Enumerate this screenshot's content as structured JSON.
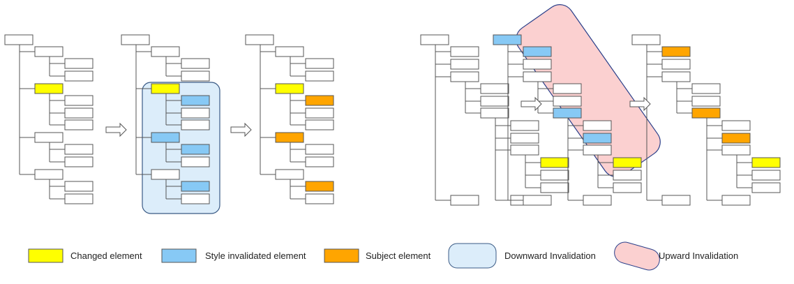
{
  "colors": {
    "node_fill": "#ffffff",
    "node_stroke": "#555555",
    "changed": "#ffff00",
    "style_invalidated": "#87c9f5",
    "subject": "#ffa500",
    "downward_region_fill": "#dcedfa",
    "downward_region_stroke": "#3a5a85",
    "upward_region_fill": "#fbd0d0",
    "upward_region_stroke": "#2a3f8a",
    "line": "#555555"
  },
  "legend": {
    "changed": "Changed element",
    "style_invalidated": "Style invalidated element",
    "subject": "Subject element",
    "downward": "Downward Invalidation",
    "upward": "Upward Invalidation"
  },
  "panels": {
    "downward_before": {
      "node_states": [
        "n",
        "n",
        "n",
        "n",
        "changed",
        "n",
        "n",
        "n",
        "n",
        "n",
        "n",
        "n",
        "n",
        "n"
      ]
    },
    "downward_during": {
      "node_states": [
        "n",
        "n",
        "n",
        "n",
        "changed",
        "style",
        "n",
        "n",
        "style",
        "style",
        "n",
        "n",
        "style",
        "n"
      ]
    },
    "downward_after": {
      "node_states": [
        "n",
        "n",
        "n",
        "n",
        "changed",
        "subject",
        "n",
        "n",
        "subject",
        "n",
        "n",
        "n",
        "subject",
        "n"
      ]
    },
    "upward_before": {
      "node_states": [
        "n",
        "n",
        "n",
        "n",
        "n",
        "n",
        "n",
        "n",
        "n",
        "n",
        "changed",
        "n",
        "n",
        "n",
        "n"
      ]
    },
    "upward_during": {
      "node_states": [
        "style",
        "style",
        "n",
        "n",
        "n",
        "n",
        "style",
        "n",
        "style",
        "n",
        "changed",
        "n",
        "n",
        "n",
        "n"
      ]
    },
    "upward_after": {
      "node_states": [
        "n",
        "subject",
        "n",
        "n",
        "n",
        "n",
        "subject",
        "n",
        "subject",
        "n",
        "changed",
        "n",
        "n",
        "n",
        "n"
      ]
    }
  }
}
